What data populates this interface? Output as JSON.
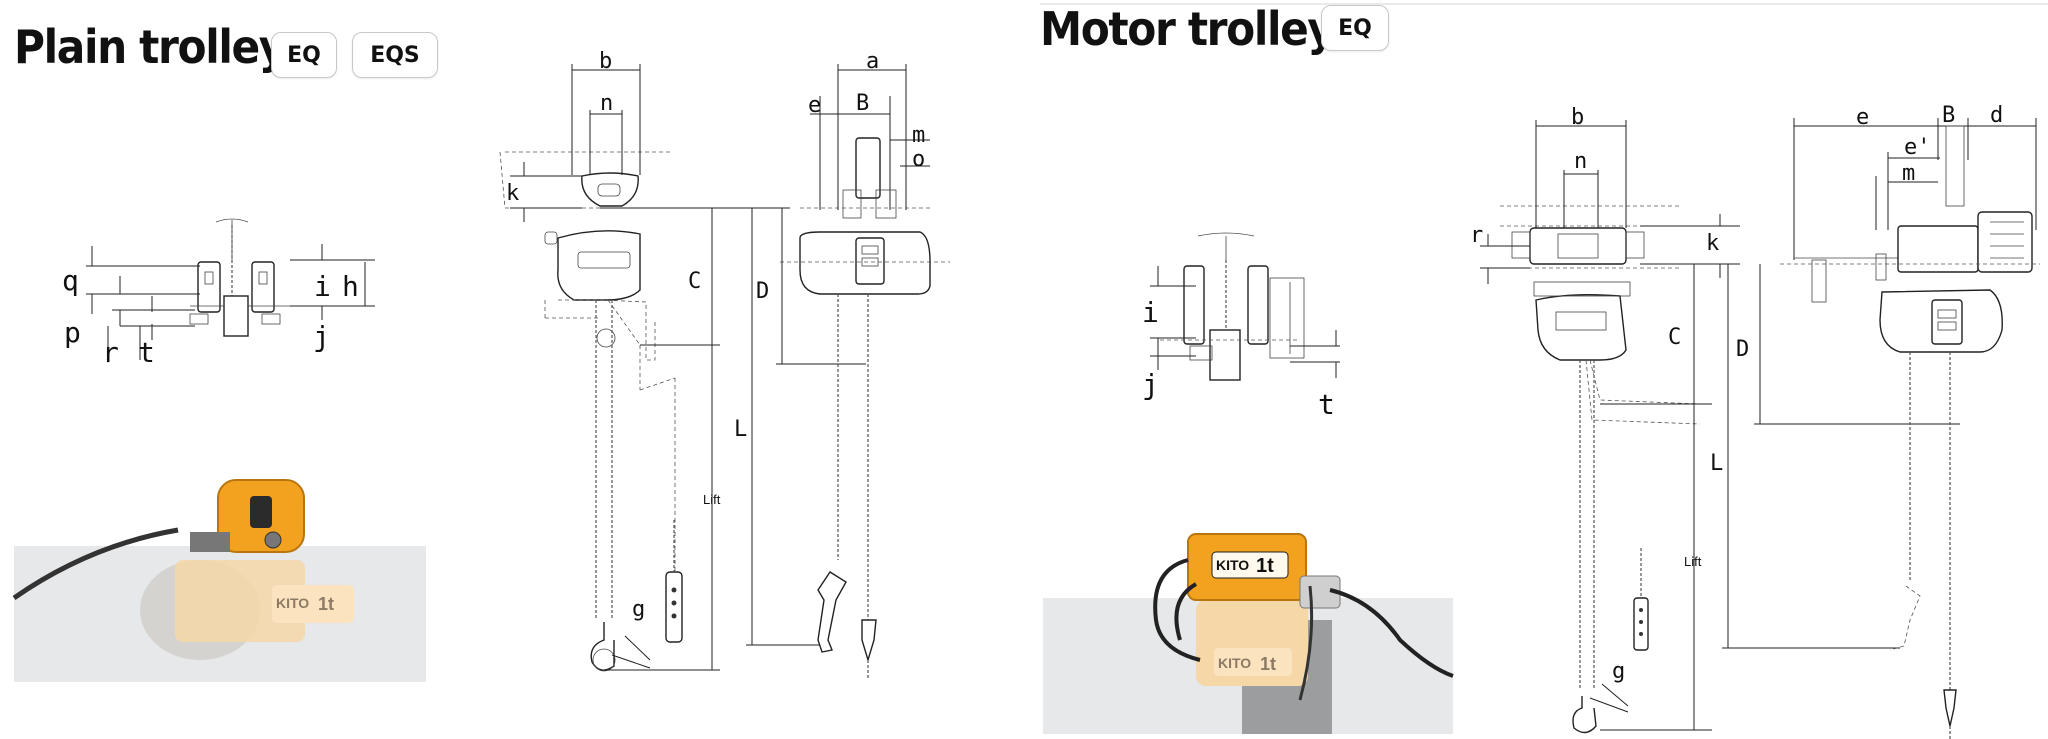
{
  "sections": [
    {
      "title": "Plain trolley",
      "badges": [
        "EQ",
        "EQS"
      ],
      "front_labels": [
        "q",
        "p",
        "r",
        "t",
        "i",
        "j",
        "h"
      ],
      "side_labels": [
        "b",
        "n",
        "k",
        "C",
        "L",
        "Lift",
        "g"
      ],
      "end_labels": [
        "a",
        "e",
        "B",
        "m",
        "o",
        "D"
      ],
      "photo_marks": [
        "KITO",
        "1t"
      ]
    },
    {
      "title": "Motor trolley",
      "badges": [
        "EQ"
      ],
      "front_labels": [
        "i",
        "j",
        "t"
      ],
      "side_labels": [
        "b",
        "n",
        "r",
        "k",
        "C",
        "L",
        "Lift",
        "g"
      ],
      "end_labels": [
        "e",
        "B",
        "d",
        "e'",
        "m",
        "D"
      ],
      "photo_marks": [
        "KITO",
        "1t",
        "KITO",
        "1t"
      ]
    }
  ],
  "colors": {
    "hoist_orange": "#f3a21f",
    "photo_background": "#e6e8ea"
  }
}
